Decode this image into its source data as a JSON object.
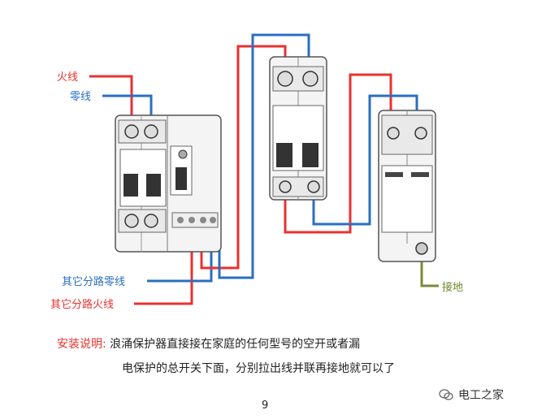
{
  "labels": {
    "live": "火线",
    "neutral": "零线",
    "branch_neutral": "其它分路零线",
    "branch_live": "其它分路火线",
    "ground": "接地"
  },
  "note": {
    "title": "安装说明:",
    "line1": "浪涌保护器直接接在家庭的任何型号的空开或者漏",
    "line2": "电保护的总开关下面，分别拉出线并联再接地就可以了"
  },
  "page_number": "9",
  "watermark": "电工之家",
  "colors": {
    "live": "#e8312f",
    "neutral": "#2a6fc1",
    "ground": "#7a8a3a",
    "device_fill": "#f4f4f4",
    "device_stroke": "#555555"
  }
}
